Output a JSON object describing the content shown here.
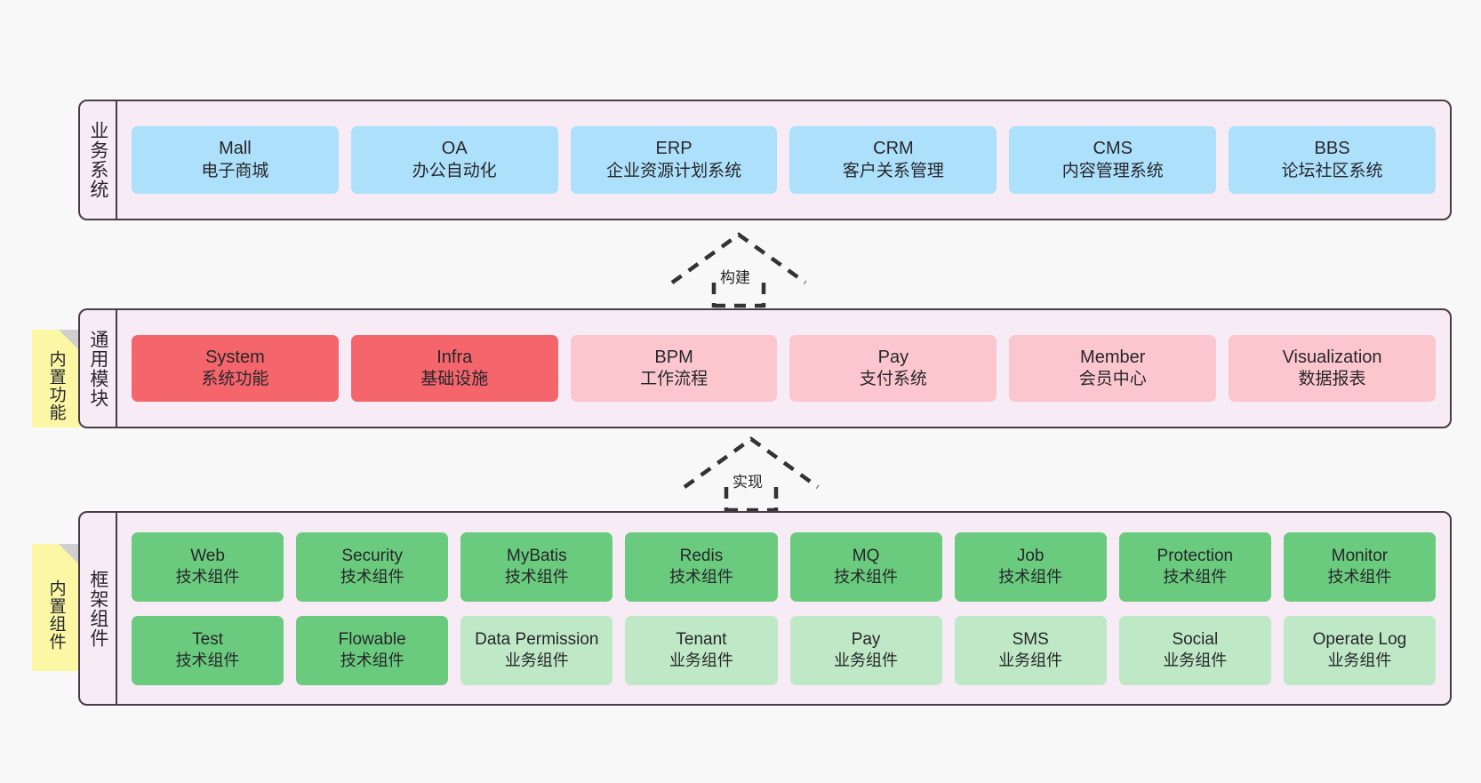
{
  "diagram": {
    "title": "System Architecture Layers",
    "background_color": "#f8f8f8",
    "panel_color": "#f7ebf6",
    "note_color": "#fbf7a5",
    "border_color": "#4b3b4a"
  },
  "notes": [
    {
      "id": "builtin-function",
      "label": "内置功能"
    },
    {
      "id": "builtin-component",
      "label": "内置组件"
    }
  ],
  "connectors": [
    {
      "id": "build",
      "label": "构建",
      "style": "dashed-hollow-arrow",
      "direction": "up"
    },
    {
      "id": "implement",
      "label": "实现",
      "style": "dashed-hollow-arrow",
      "direction": "up"
    }
  ],
  "layers": [
    {
      "id": "business-system",
      "title": "业务系统",
      "color": "#ade0fb",
      "rows": [
        [
          {
            "en": "Mall",
            "cn": "电子商城",
            "color": "#ade0fb"
          },
          {
            "en": "OA",
            "cn": "办公自动化",
            "color": "#ade0fb"
          },
          {
            "en": "ERP",
            "cn": "企业资源计划系统",
            "color": "#ade0fb"
          },
          {
            "en": "CRM",
            "cn": "客户关系管理",
            "color": "#ade0fb"
          },
          {
            "en": "CMS",
            "cn": "内容管理系统",
            "color": "#ade0fb"
          },
          {
            "en": "BBS",
            "cn": "论坛社区系统",
            "color": "#ade0fb"
          }
        ]
      ]
    },
    {
      "id": "common-module",
      "title": "通用模块",
      "rows": [
        [
          {
            "en": "System",
            "cn": "系统功能",
            "color": "#f4656c"
          },
          {
            "en": "Infra",
            "cn": "基础设施",
            "color": "#f4656c"
          },
          {
            "en": "BPM",
            "cn": "工作流程",
            "color": "#fcc6cf"
          },
          {
            "en": "Pay",
            "cn": "支付系统",
            "color": "#fcc6cf"
          },
          {
            "en": "Member",
            "cn": "会员中心",
            "color": "#fcc6cf"
          },
          {
            "en": "Visualization",
            "cn": "数据报表",
            "color": "#fcc6cf"
          }
        ]
      ]
    },
    {
      "id": "framework-component",
      "title": "框架组件",
      "rows": [
        [
          {
            "en": "Web",
            "cn": "技术组件",
            "color": "#6acb7e"
          },
          {
            "en": "Security",
            "cn": "技术组件",
            "color": "#6acb7e"
          },
          {
            "en": "MyBatis",
            "cn": "技术组件",
            "color": "#6acb7e"
          },
          {
            "en": "Redis",
            "cn": "技术组件",
            "color": "#6acb7e"
          },
          {
            "en": "MQ",
            "cn": "技术组件",
            "color": "#6acb7e"
          },
          {
            "en": "Job",
            "cn": "技术组件",
            "color": "#6acb7e"
          },
          {
            "en": "Protection",
            "cn": "技术组件",
            "color": "#6acb7e"
          },
          {
            "en": "Monitor",
            "cn": "技术组件",
            "color": "#6acb7e"
          }
        ],
        [
          {
            "en": "Test",
            "cn": "技术组件",
            "color": "#6acb7e"
          },
          {
            "en": "Flowable",
            "cn": "技术组件",
            "color": "#6acb7e"
          },
          {
            "en": "Data Permission",
            "cn": "业务组件",
            "color": "#bfe8c6"
          },
          {
            "en": "Tenant",
            "cn": "业务组件",
            "color": "#bfe8c6"
          },
          {
            "en": "Pay",
            "cn": "业务组件",
            "color": "#bfe8c6"
          },
          {
            "en": "SMS",
            "cn": "业务组件",
            "color": "#bfe8c6"
          },
          {
            "en": "Social",
            "cn": "业务组件",
            "color": "#bfe8c6"
          },
          {
            "en": "Operate Log",
            "cn": "业务组件",
            "color": "#bfe8c6"
          }
        ]
      ]
    }
  ]
}
